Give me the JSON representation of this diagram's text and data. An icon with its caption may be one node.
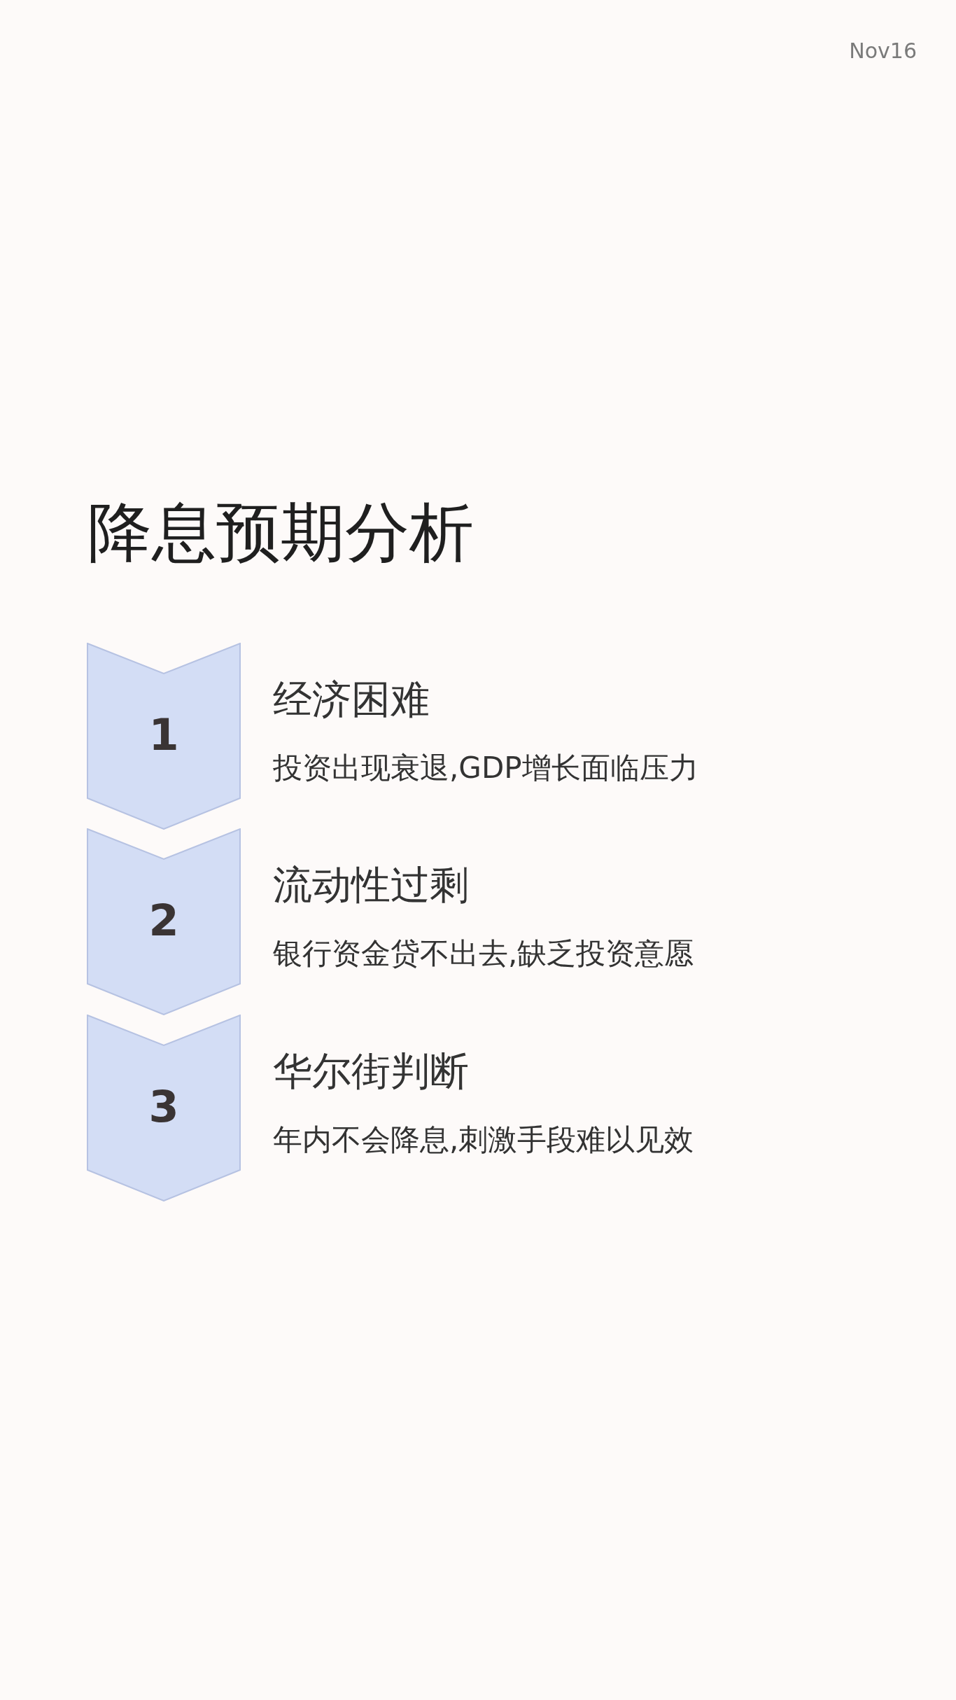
{
  "diagram": {
    "title": "降息预期分析",
    "nodes": [
      {
        "text": [
          "1"
        ],
        "beside": [
          "经济困难",
          "投资出现衰退,GDP增长面临压力"
        ]
      },
      {
        "text": [
          "2"
        ],
        "beside": [
          "流动性过剩",
          "银行资金贷不出去,缺乏投资意愿"
        ]
      },
      {
        "text": [
          "3"
        ],
        "beside": [
          "华尔街判断",
          "年内不会降息,刺激手段难以见效"
        ]
      }
    ],
    "labels": [
      "Nov16"
    ]
  }
}
